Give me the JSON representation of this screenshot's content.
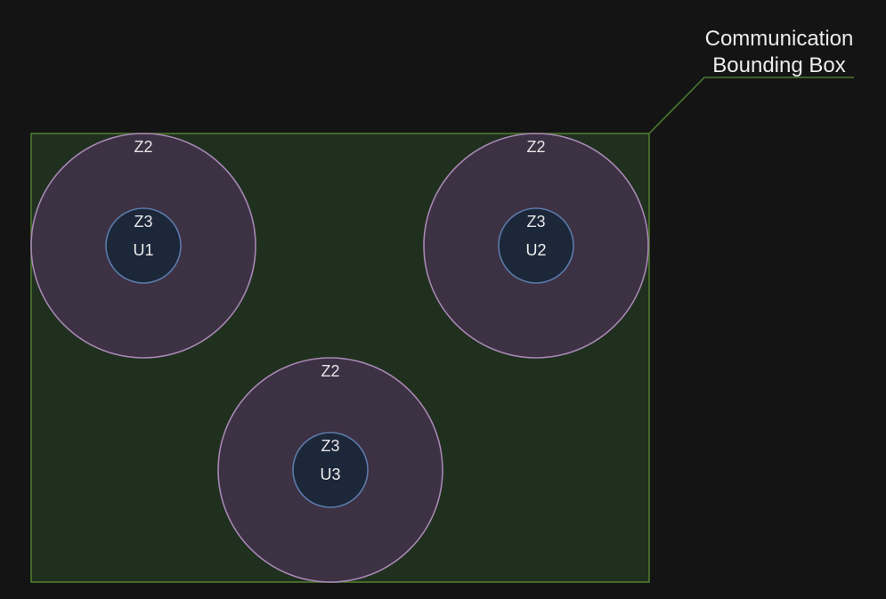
{
  "diagram": {
    "caption_line1": "Communication",
    "caption_line2": "Bounding Box",
    "colors": {
      "background": "#141414",
      "bounding_box_fill": "#20301f",
      "bounding_box_stroke": "#4e7a30",
      "z2_fill": "#3d3144",
      "z2_stroke": "#a787b3",
      "z3_fill": "#1c273a",
      "z3_stroke": "#5b7ba9"
    },
    "units": [
      {
        "outer_zone": "Z2",
        "inner_zone": "Z3",
        "label": "U1"
      },
      {
        "outer_zone": "Z2",
        "inner_zone": "Z3",
        "label": "U2"
      },
      {
        "outer_zone": "Z2",
        "inner_zone": "Z3",
        "label": "U3"
      }
    ]
  }
}
